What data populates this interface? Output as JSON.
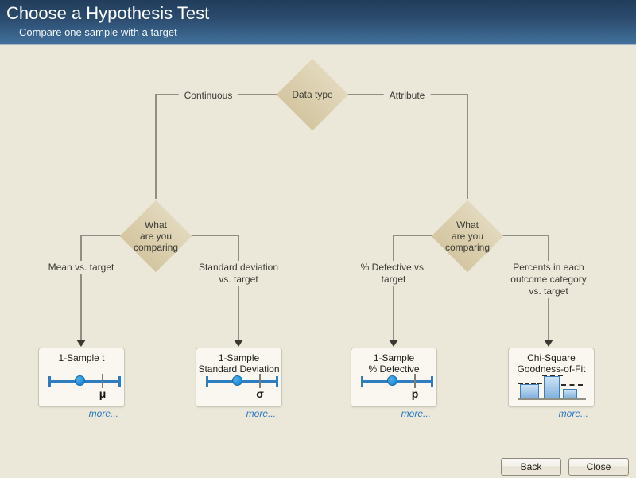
{
  "window": {
    "title": "Choose a Hypothesis Test",
    "subtitle": "Compare one sample with a target"
  },
  "tree": {
    "root": {
      "label": "Data type"
    },
    "root_branches": [
      {
        "label": "Continuous"
      },
      {
        "label": "Attribute"
      }
    ],
    "decision_nodes": [
      {
        "label": "What\nare you\ncomparing"
      },
      {
        "label": "What\nare you\ncomparing"
      }
    ],
    "leaf_branches": [
      {
        "label": "Mean vs. target"
      },
      {
        "label": "Standard deviation\nvs. target"
      },
      {
        "label": "% Defective vs.\ntarget"
      },
      {
        "label": "Percents in each\noutcome category\nvs. target"
      }
    ]
  },
  "tests": [
    {
      "title": "1-Sample t",
      "symbol": "μ",
      "icon": "dot-plot-icon",
      "more_label": "more..."
    },
    {
      "title": "1-Sample\nStandard Deviation",
      "symbol": "σ",
      "icon": "dot-plot-icon",
      "more_label": "more..."
    },
    {
      "title": "1-Sample\n% Defective",
      "symbol": "p",
      "icon": "dot-plot-icon",
      "more_label": "more..."
    },
    {
      "title": "Chi-Square\nGoodness-of-Fit",
      "symbol": "",
      "icon": "bar-chart-icon",
      "more_label": "more..."
    }
  ],
  "footer": {
    "back_label": "Back",
    "close_label": "Close"
  },
  "colors": {
    "header_gradient_top": "#223d5b",
    "header_gradient_bottom": "#41709b",
    "canvas_background": "#ebe7d9",
    "diamond_fill": "#d9cca9",
    "connector_gray": "#8f8f85",
    "accent_blue": "#2e7dbf",
    "link_blue": "#2878c8"
  }
}
